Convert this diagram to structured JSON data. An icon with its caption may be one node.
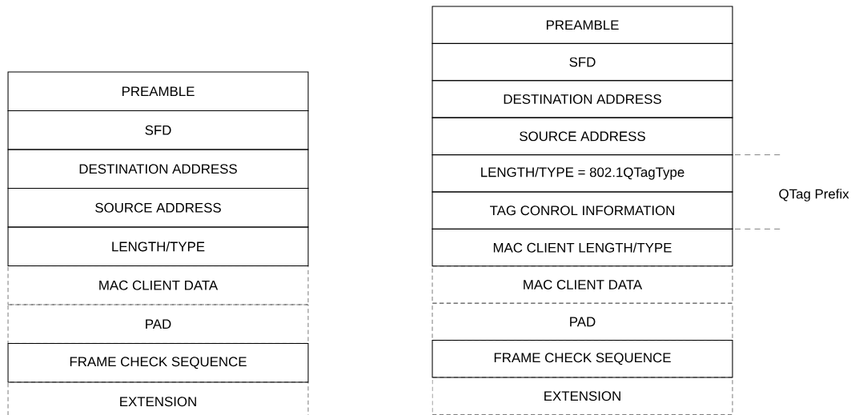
{
  "diagram": {
    "nodes": [
      {
        "text": [
          "PREAMBLE"
        ]
      },
      {
        "text": [
          "SFD"
        ]
      },
      {
        "text": [
          "DESTINATION ADDRESS"
        ]
      },
      {
        "text": [
          "SOURCE ADDRESS"
        ]
      },
      {
        "text": [
          "LENGTH/TYPE"
        ]
      },
      {
        "text": [
          "MAC CLIENT DATA"
        ]
      },
      {
        "text": [
          "PAD"
        ]
      },
      {
        "text": [
          "FRAME CHECK SEQUENCE"
        ]
      },
      {
        "text": [
          "EXTENSION"
        ]
      },
      {
        "text": [
          "PREAMBLE"
        ]
      },
      {
        "text": [
          "SFD"
        ]
      },
      {
        "text": [
          "DESTINATION ADDRESS"
        ]
      },
      {
        "text": [
          "SOURCE ADDRESS"
        ]
      },
      {
        "text": [
          "LENGTH/TYPE = 802.1QTagType"
        ]
      },
      {
        "text": [
          "TAG CONROL INFORMATION"
        ]
      },
      {
        "text": [
          "MAC CLIENT LENGTH/TYPE"
        ]
      },
      {
        "text": [
          "MAC CLIENT DATA"
        ]
      },
      {
        "text": [
          "PAD"
        ]
      },
      {
        "text": [
          "FRAME CHECK SEQUENCE"
        ]
      },
      {
        "text": [
          "EXTENSION"
        ]
      }
    ],
    "labels": [
      "QTag Prefix"
    ]
  }
}
